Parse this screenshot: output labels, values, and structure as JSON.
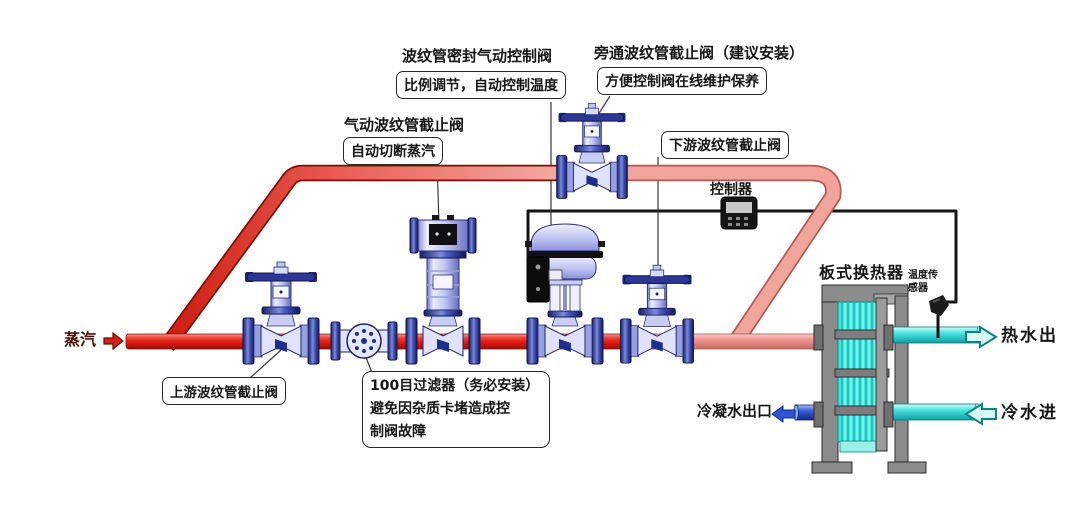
{
  "labels": {
    "control_valve": {
      "title": "波纹管密封气动控制阀",
      "note": "比例调节，自动控制温度"
    },
    "bypass_valve": {
      "title": "旁通波纹管截止阀（建议安装）",
      "note": "方便控制阀在线维护保养"
    },
    "pneumatic_valve": {
      "title": "气动波纹管截止阀",
      "note": "自动切断蒸汽"
    },
    "downstream_valve": "下游波纹管截止阀",
    "upstream_valve": "上游波纹管截止阀",
    "filter_lines": [
      "100目过滤器（务必安装）",
      "避免因杂质卡堵造成控",
      "制阀故障"
    ],
    "controller": "控制器",
    "heat_exchanger": "板式换热器",
    "temp_sensor_lines": [
      "温度传",
      "感器"
    ],
    "flows": {
      "steam_in": "蒸汽",
      "hot_water_out": "热水出",
      "cold_water_in": "冷水进",
      "condensate_out": "冷凝水出口"
    }
  },
  "colors": {
    "steam_pipe_red": "#e01c10",
    "bypass_pipe_pink": "#f0a49c",
    "water_pipe_cyan": "#4fe6e2",
    "condensate_blue": "#3a5ad6",
    "valve_flange_blue": "#2c3694",
    "valve_body_lavender": "#dfe2f8",
    "exchanger_frame_gray": "#8b8b8b",
    "plate_pack_cyan": "#3fe6df",
    "signal_line_black": "#141414",
    "steam_text": "#4a1008"
  }
}
